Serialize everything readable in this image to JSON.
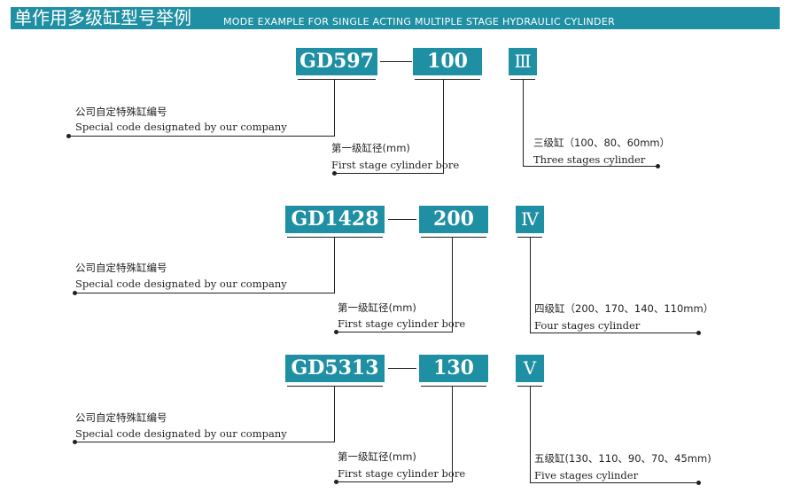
{
  "header": {
    "title_cn": "单作用多级缸型号举例",
    "title_en": "MODE EXAMPLE FOR SINGLE ACTING MULTIPLE STAGE HYDRAULIC CYLINDER"
  },
  "examples": [
    {
      "code": "GD597",
      "dash": "—",
      "bore": "100",
      "stage": "Ⅲ",
      "code_label_cn": "公司自定特殊缸编号",
      "code_label_en": "Special code designated by our company",
      "bore_label_cn": "第一级缸径(mm)",
      "bore_label_en": "First stage cylinder bore",
      "stage_label_cn": "三级缸（100、80、60mm）",
      "stage_label_en": "Three stages cylinder"
    },
    {
      "code": "GD1428",
      "dash": "—",
      "bore": "200",
      "stage": "Ⅳ",
      "code_label_cn": "公司自定特殊缸编号",
      "code_label_en": "Special code designated by our company",
      "bore_label_cn": "第一级缸径(mm)",
      "bore_label_en": "First stage cylinder bore",
      "stage_label_cn": "四级缸（200、170、140、110mm）",
      "stage_label_en": "Four stages cylinder"
    },
    {
      "code": "GD5313",
      "dash": "—",
      "bore": "130",
      "stage": "Ⅴ",
      "code_label_cn": "公司自定特殊缸编号",
      "code_label_en": "Special code designated by our company",
      "bore_label_cn": "第一级缸径(mm)",
      "bore_label_en": "First stage cylinder bore",
      "stage_label_cn": "五级缸(130、110、90、70、45mm)",
      "stage_label_en": "Five stages cylinder"
    }
  ],
  "colors": {
    "accent": "#1f8fa3",
    "line": "#231f20",
    "background": "#ffffff"
  }
}
